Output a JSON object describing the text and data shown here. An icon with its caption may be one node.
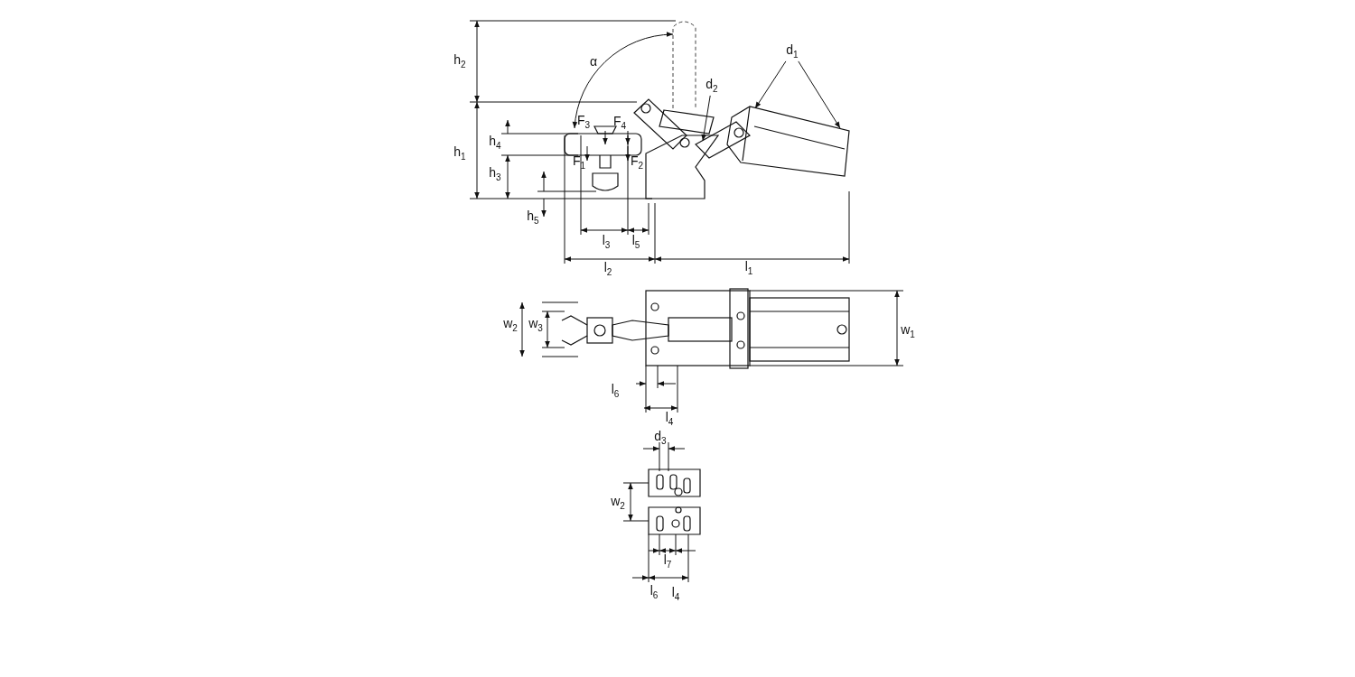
{
  "diagram": {
    "nodes": [
      {
        "text": [
          "d$_{1}$"
        ]
      },
      {
        "text": [
          "d$_{2}$"
        ]
      },
      {
        "text": [],
        "shape": "cylinder"
      },
      {
        "text": [],
        "shape": "box"
      }
    ],
    "edges": [
      {
        "from": 0,
        "to": 2,
        "arrow": "to"
      },
      {
        "from": 0,
        "to": 2,
        "arrow": "to"
      },
      {
        "from": 1,
        "to": 3,
        "arrow": "to"
      }
    ],
    "labels": [
      "h$_{2}$",
      "α",
      "h$_{1}$",
      "h$_{4}$",
      "F$_{3}$",
      "F$_{4}$",
      "F$_{1}$",
      "F$_{2}$",
      "h$_{3}$",
      "h$_{5}$",
      "l$_{3}$",
      "l$_{5}$",
      "l$_{2}$",
      "l$_{1}$",
      "w$_{2}$",
      "w$_{3}$",
      "w$_{1}$",
      "l$_{6}$",
      "l$_{4}$",
      "d$_{3}$",
      "w$_{2}$",
      "l$_{7}$",
      "l$_{6}$",
      "l$_{4}$"
    ]
  }
}
